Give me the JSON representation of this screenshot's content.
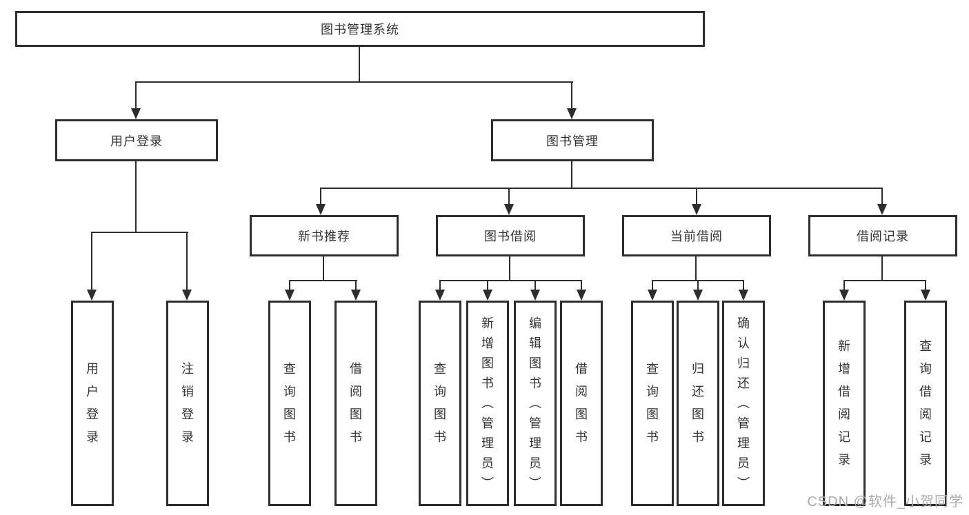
{
  "tree": {
    "label": "图书管理系统",
    "children": [
      {
        "label": "用户登录",
        "children": [
          {
            "label": "用户登录"
          },
          {
            "label": "注销登录"
          }
        ]
      },
      {
        "label": "图书管理",
        "children": [
          {
            "label": "新书推荐",
            "children": [
              {
                "label": "查询图书"
              },
              {
                "label": "借阅图书"
              }
            ]
          },
          {
            "label": "图书借阅",
            "children": [
              {
                "label": "查询图书"
              },
              {
                "label": "新增图书（管理员）"
              },
              {
                "label": "编辑图书（管理员）"
              },
              {
                "label": "借阅图书"
              }
            ]
          },
          {
            "label": "当前借阅",
            "children": [
              {
                "label": "查询图书"
              },
              {
                "label": "归还图书"
              },
              {
                "label": "确认归还（管理员）"
              }
            ]
          },
          {
            "label": "借阅记录",
            "children": [
              {
                "label": "新增借阅记录"
              },
              {
                "label": "查询借阅记录"
              }
            ]
          }
        ]
      }
    ]
  },
  "watermark": {
    "text": "CSDN @软件_小贺同学"
  },
  "colors": {
    "line": "#2d2d2d",
    "text": "#333333",
    "background": "#ffffff",
    "watermark": "#a8abae"
  }
}
